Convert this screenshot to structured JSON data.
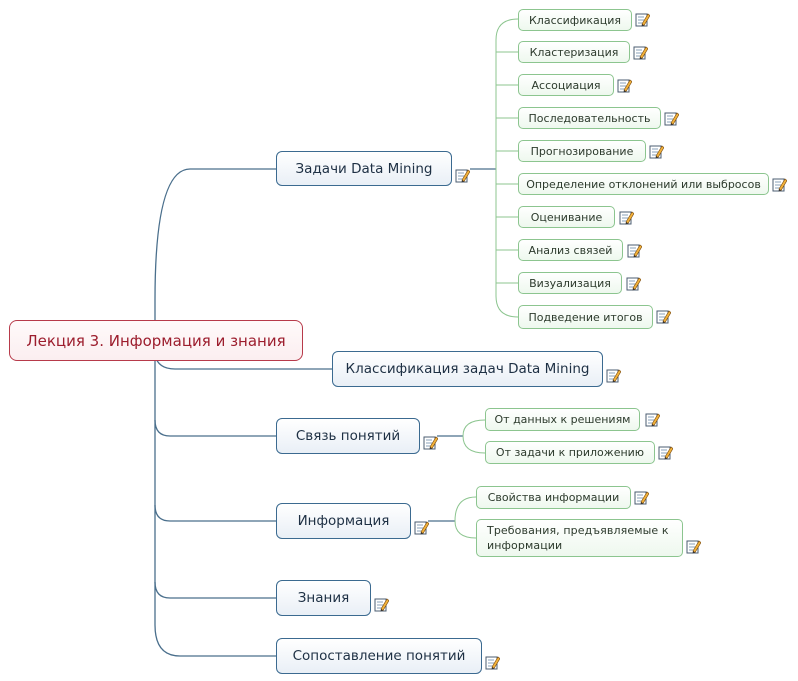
{
  "root": {
    "label": "Лекция 3. Информация и знания"
  },
  "topics": [
    {
      "label": "Задачи Data Mining",
      "subtopics": [
        "Классификация",
        "Кластеризация",
        "Ассоциация",
        "Последовательность",
        "Прогнозирование",
        "Определение отклонений или выбросов",
        "Оценивание",
        "Анализ связей",
        "Визуализация",
        "Подведение итогов"
      ]
    },
    {
      "label": "Классификация задач Data Mining",
      "subtopics": []
    },
    {
      "label": "Связь понятий",
      "subtopics": [
        "От данных к решениям",
        "От задачи к приложению"
      ]
    },
    {
      "label": "Информация",
      "subtopics": [
        "Свойства информации",
        "Требования, предъявляемые к информации"
      ]
    },
    {
      "label": "Знания",
      "subtopics": []
    },
    {
      "label": "Сопоставление понятий",
      "subtopics": []
    }
  ],
  "note_icon": "note-icon",
  "colors": {
    "root_border": "#b73a4a",
    "root_text": "#9c1d2d",
    "main_border": "#3b6a90",
    "main_line": "#4a6f8c",
    "sub_border": "#8cc58f",
    "sub_line": "#8cc58f"
  }
}
